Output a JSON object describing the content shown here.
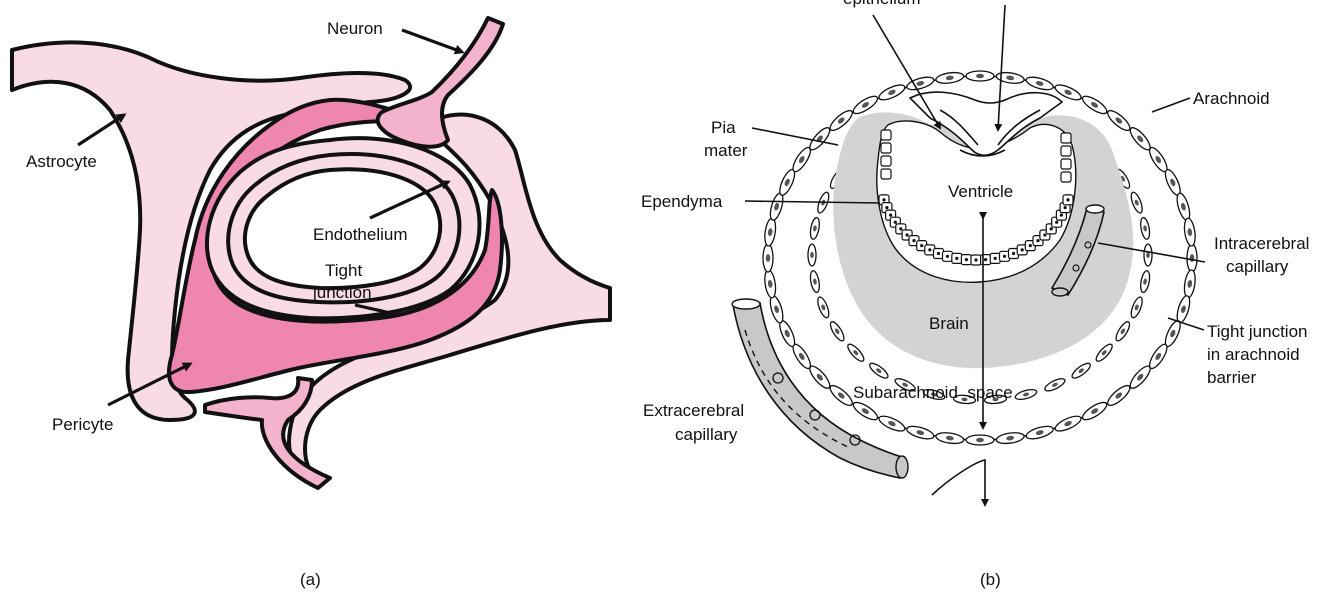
{
  "panel_a": {
    "labels": {
      "neuron": "Neuron",
      "astrocyte": "Astrocyte",
      "endothelium": "Endothelium",
      "tight_junction_line1": "Tight",
      "tight_junction_line2": "junction",
      "pericyte": "Pericyte"
    },
    "caption": "(a)",
    "colors": {
      "light_pink": "#f9dbe6",
      "dark_pink": "#ee86b0",
      "mid_pink": "#f4b3cc"
    }
  },
  "panel_b": {
    "labels": {
      "choroid_epithelium": "epithelium",
      "arachnoid": "Arachnoid",
      "pia_mater_line1": "Pia",
      "pia_mater_line2": "mater",
      "ependyma": "Ependyma",
      "ventricle": "Ventricle",
      "intracerebral_line1": "Intracerebral",
      "intracerebral_line2": "capillary",
      "brain": "Brain",
      "tight_arach_line1": "Tight junction",
      "tight_arach_line2": "in arachnoid",
      "tight_arach_line3": "barrier",
      "subarachnoid": "Subarachnoid  space",
      "extracerebral_line1": "Extracerebral",
      "extracerebral_line2": "capillary"
    },
    "caption": "(b)",
    "colors": {
      "brain_gray": "#d3d3d3",
      "capillary_gray": "#c8c8c8"
    }
  }
}
